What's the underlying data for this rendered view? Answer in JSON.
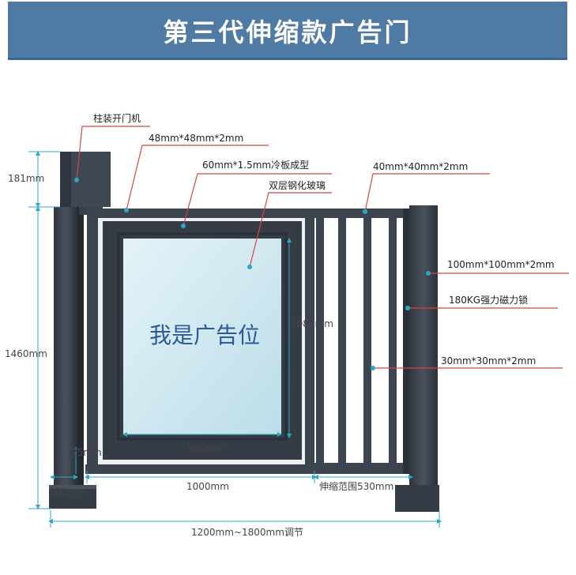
{
  "header": {
    "title": "第三代伸缩款广告门"
  },
  "panel": {
    "ad_text": "我是广告位"
  },
  "callouts": {
    "column_opener": "柱装开门机",
    "frame_tube": "48mm*48mm*2mm",
    "cold_plate": "60mm*1.5mm冷板成型",
    "double_glass": "双层钢化玻璃",
    "slide_tube": "40mm*40mm*2mm",
    "post_tube": "100mm*100mm*2mm",
    "magnetic_lock": "180KG强力磁力锁",
    "bar_tube": "30mm*30mm*2mm"
  },
  "dimensions": {
    "opener_height": "181mm",
    "total_height": "1460mm",
    "glass_height": "1080mm",
    "glass_width": "680mm",
    "bottom_gap": "25mm",
    "post_width": "100mm",
    "door_width": "1000mm",
    "telescopic_range": "伸缩范围530mm",
    "overall_width": "1200mm~1800mm调节"
  },
  "colors": {
    "banner": "#4f7aa3",
    "frame": "#3c4450",
    "glass": "#cfe8f0",
    "callout_line": "#d9443a",
    "dimension_line": "#2aa8c8",
    "ad_text": "#2a5a9a"
  }
}
